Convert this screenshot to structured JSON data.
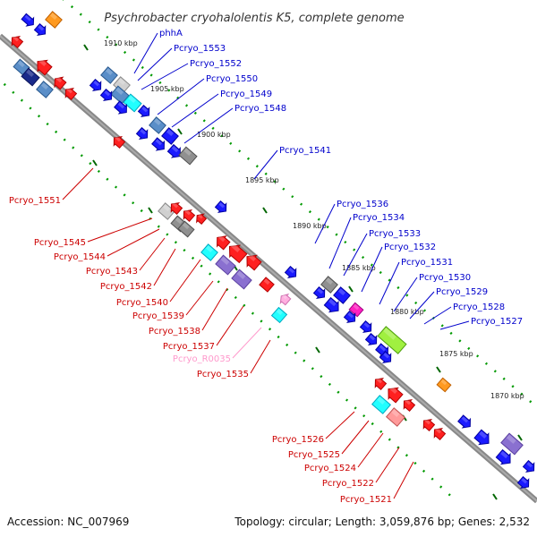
{
  "title": "Psychrobacter cryohalolentis K5, complete genome",
  "accession_text": "Accession: NC_007969",
  "summary_text": "Topology: circular; Length: 3,059,876 bp; Genes: 2,532",
  "colors": {
    "backbone": "#888888",
    "forward_label": "#0000cc",
    "reverse_label": "#cc0000",
    "rna_label": "#ff99cc",
    "tick_dots": "#009900",
    "tick_dash": "#006600"
  },
  "ruler_labels": [
    "1910 kbp",
    "1905 kbp",
    "1900 kbp",
    "1895 kbp",
    "1890 kbp",
    "1885 kbp",
    "1880 kbp",
    "1875 kbp",
    "1870 kbp"
  ],
  "forward_genes": [
    "phhA",
    "Pcryo_1553",
    "Pcryo_1552",
    "Pcryo_1550",
    "Pcryo_1549",
    "Pcryo_1548",
    "Pcryo_1541",
    "Pcryo_1536",
    "Pcryo_1534",
    "Pcryo_1533",
    "Pcryo_1532",
    "Pcryo_1531",
    "Pcryo_1530",
    "Pcryo_1529",
    "Pcryo_1528",
    "Pcryo_1527"
  ],
  "reverse_genes": [
    "Pcryo_1551",
    "Pcryo_1545",
    "Pcryo_1544",
    "Pcryo_1543",
    "Pcryo_1542",
    "Pcryo_1540",
    "Pcryo_1539",
    "Pcryo_1538",
    "Pcryo_1537",
    "Pcryo_R0035",
    "Pcryo_1535",
    "Pcryo_1526",
    "Pcryo_1525",
    "Pcryo_1524",
    "Pcryo_1522",
    "Pcryo_1521"
  ]
}
